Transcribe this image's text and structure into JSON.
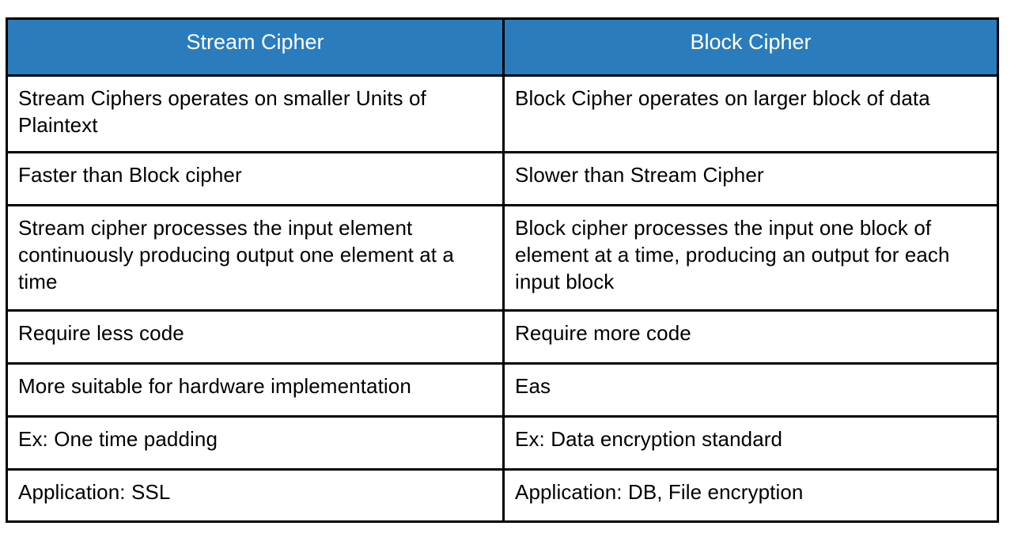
{
  "table": {
    "headers": [
      {
        "label": "Stream Cipher"
      },
      {
        "label": "Block Cipher"
      }
    ],
    "header_background": "#2a7cbd",
    "header_text_color": "#ffffff",
    "border_color": "#000000",
    "body_text_color": "#000000",
    "rows": [
      {
        "left": "Stream Ciphers operates on smaller Units of Plaintext",
        "right": "Block Cipher operates on larger block of data"
      },
      {
        "left": "Faster than Block cipher",
        "right": "Slower than Stream Cipher"
      },
      {
        "left": "Stream cipher processes the input element continuously producing output one element at a time",
        "right": "Block cipher processes the input one block of element at a time, producing an output for each input block"
      },
      {
        "left": "Require less code",
        "right": "Require more code"
      },
      {
        "left": "More suitable for hardware implementation",
        "right": "Eas"
      },
      {
        "left": "Ex: One time padding",
        "right": "Ex: Data encryption standard"
      },
      {
        "left": "Application: SSL",
        "right": "Application: DB, File encryption"
      }
    ]
  }
}
